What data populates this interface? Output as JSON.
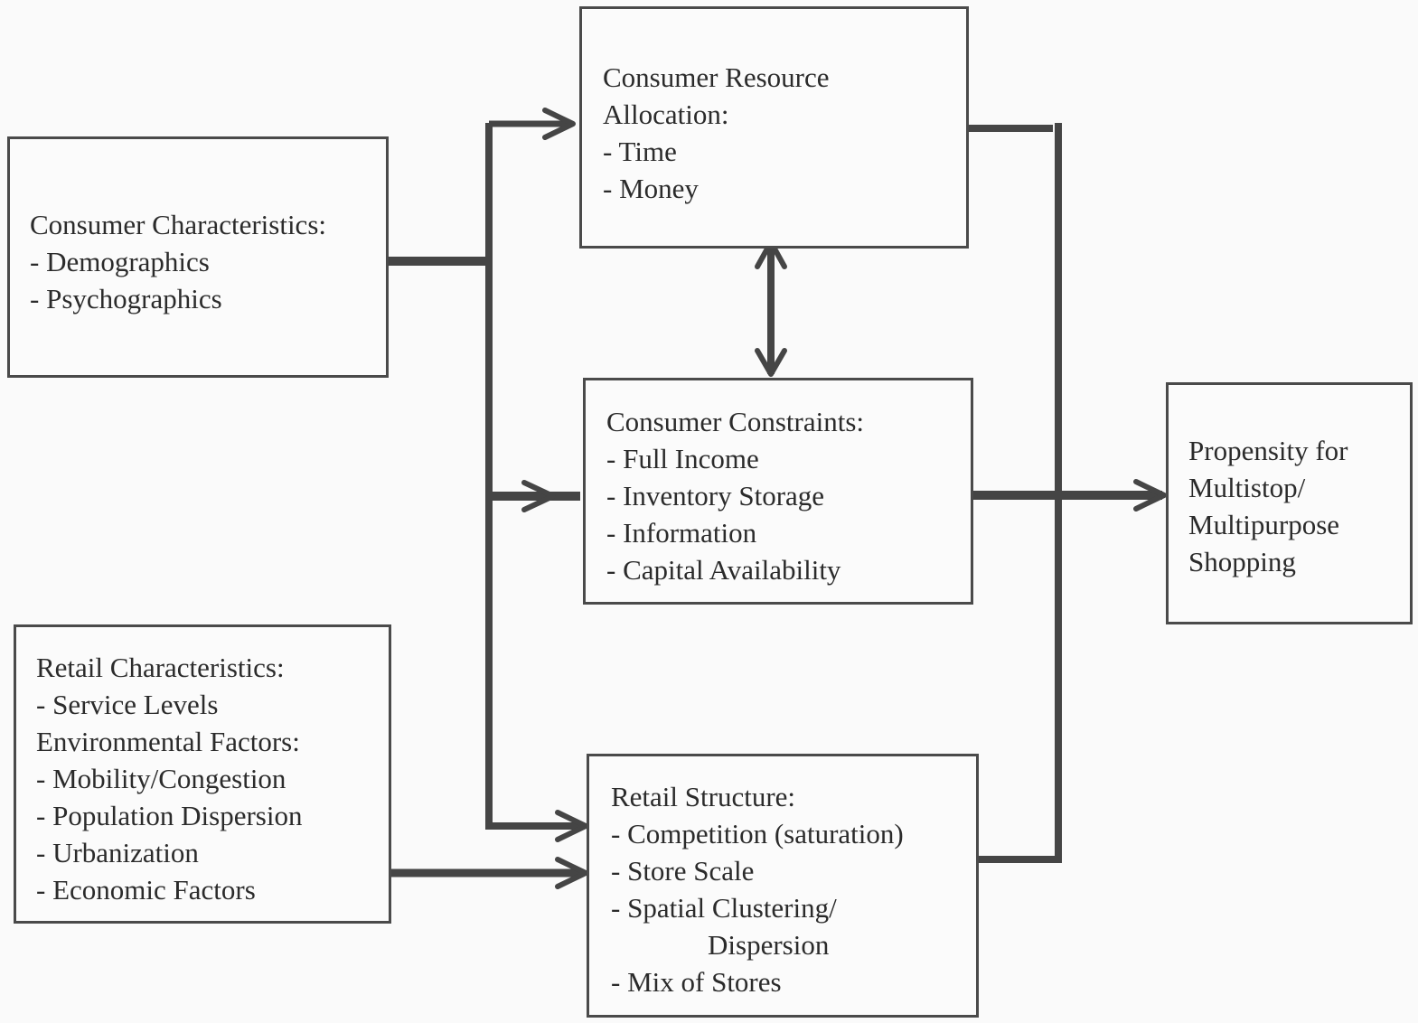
{
  "boxes": {
    "consumer_characteristics": {
      "lines": [
        "Consumer Characteristics:",
        "- Demographics",
        "- Psychographics"
      ]
    },
    "resource_allocation": {
      "lines": [
        "Consumer Resource",
        "Allocation:",
        "- Time",
        "- Money"
      ]
    },
    "consumer_constraints": {
      "lines": [
        "Consumer Constraints:",
        "- Full Income",
        "- Inventory Storage",
        "- Information",
        "- Capital Availability"
      ]
    },
    "retail_characteristics": {
      "lines": [
        "Retail Characteristics:",
        "- Service Levels",
        "Environmental Factors:",
        "- Mobility/Congestion",
        "- Population Dispersion",
        "- Urbanization",
        "- Economic Factors"
      ]
    },
    "retail_structure": {
      "lines": [
        "Retail Structure:",
        "- Competition (saturation)",
        "- Store Scale",
        "- Spatial Clustering/",
        "Dispersion",
        "- Mix of Stores"
      ]
    },
    "propensity": {
      "lines": [
        "Propensity for",
        "Multistop/",
        "Multipurpose",
        "Shopping"
      ]
    }
  },
  "connections": [
    {
      "from": "Consumer Characteristics",
      "to": "Consumer Resource Allocation",
      "type": "arrow"
    },
    {
      "from": "Consumer Characteristics",
      "to": "Consumer Constraints",
      "type": "arrow"
    },
    {
      "from": "Consumer Characteristics",
      "to": "Retail Structure",
      "type": "arrow"
    },
    {
      "from": "Retail Characteristics",
      "to": "Retail Structure",
      "type": "arrow"
    },
    {
      "from": "Consumer Resource Allocation",
      "to": "Consumer Constraints",
      "type": "bidirectional"
    },
    {
      "from": "Consumer Resource Allocation",
      "to": "Propensity for Multistop/Multipurpose Shopping",
      "type": "arrow"
    },
    {
      "from": "Consumer Constraints",
      "to": "Propensity for Multistop/Multipurpose Shopping",
      "type": "arrow"
    },
    {
      "from": "Retail Structure",
      "to": "Propensity for Multistop/Multipurpose Shopping",
      "type": "arrow"
    }
  ],
  "colors": {
    "line": "#454545",
    "border": "#4a4a4a",
    "text": "#2b2b2b",
    "background": "#fafafa"
  }
}
